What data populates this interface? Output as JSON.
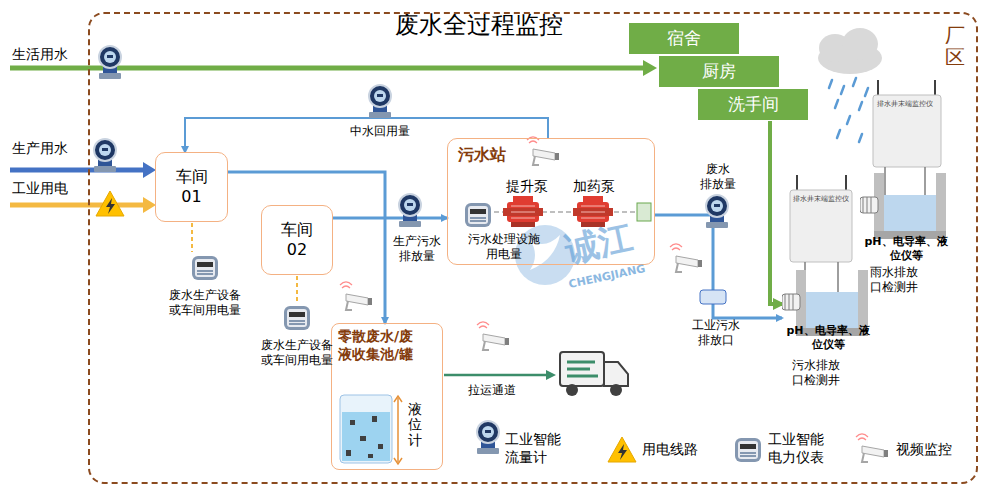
{
  "diagram": {
    "title": "废水全过程监控",
    "nodes": [
      {
        "text": [
          "厂区"
        ]
      },
      {
        "text": [
          "宿舍"
        ],
        "in": 0
      },
      {
        "text": [
          "厨房"
        ],
        "in": 0
      },
      {
        "text": [
          "洗手间"
        ],
        "in": 0
      },
      {
        "text": [
          "车间 01"
        ],
        "in": 0
      },
      {
        "text": [
          "污水站"
        ],
        "in": 0
      },
      {
        "text": [
          "车间 02"
        ],
        "in": 0
      },
      {
        "text": [
          "零散废水/废 液收集池/罐",
          "液位计"
        ],
        "in": 0
      },
      {
        "text": [
          "pH、电导率、液位仪等",
          "雨水排放 口检测井"
        ],
        "in": 0
      },
      {
        "text": [
          "pH、电导率、液位仪等",
          "污水排放 口检测井"
        ],
        "in": 0
      }
    ],
    "edges": [
      {
        "from": 5,
        "to": 4,
        "arrow": "to",
        "label": "中水回用量"
      },
      {
        "from": 4,
        "to": 7,
        "arrow": "to"
      },
      {
        "from": 6,
        "to": 5,
        "arrow": "to"
      },
      {
        "from": 5,
        "to": 9,
        "arrow": "to"
      },
      {
        "from": 3,
        "to": 9,
        "arrow": "to"
      }
    ],
    "labels": [
      "生活用水",
      "生产用水",
      "工业用电",
      "提升泵",
      "加药泵",
      "污水处理设施 用电量",
      "废水生产设备 或车间用电量",
      "废水生产设备 或车间用电量",
      "生产污水 排放量",
      "废水 排放量",
      "工业污水 排放口",
      "拉运通道",
      "排水井末端监控仪",
      "排水井末端监控仪",
      "诚江",
      "CHENGJIANG"
    ],
    "legend": [
      {
        "text": "工业智能 流量计"
      },
      {
        "text": "用电线路"
      },
      {
        "text": "工业智能 电力仪表"
      },
      {
        "text": "视频监控"
      }
    ]
  }
}
